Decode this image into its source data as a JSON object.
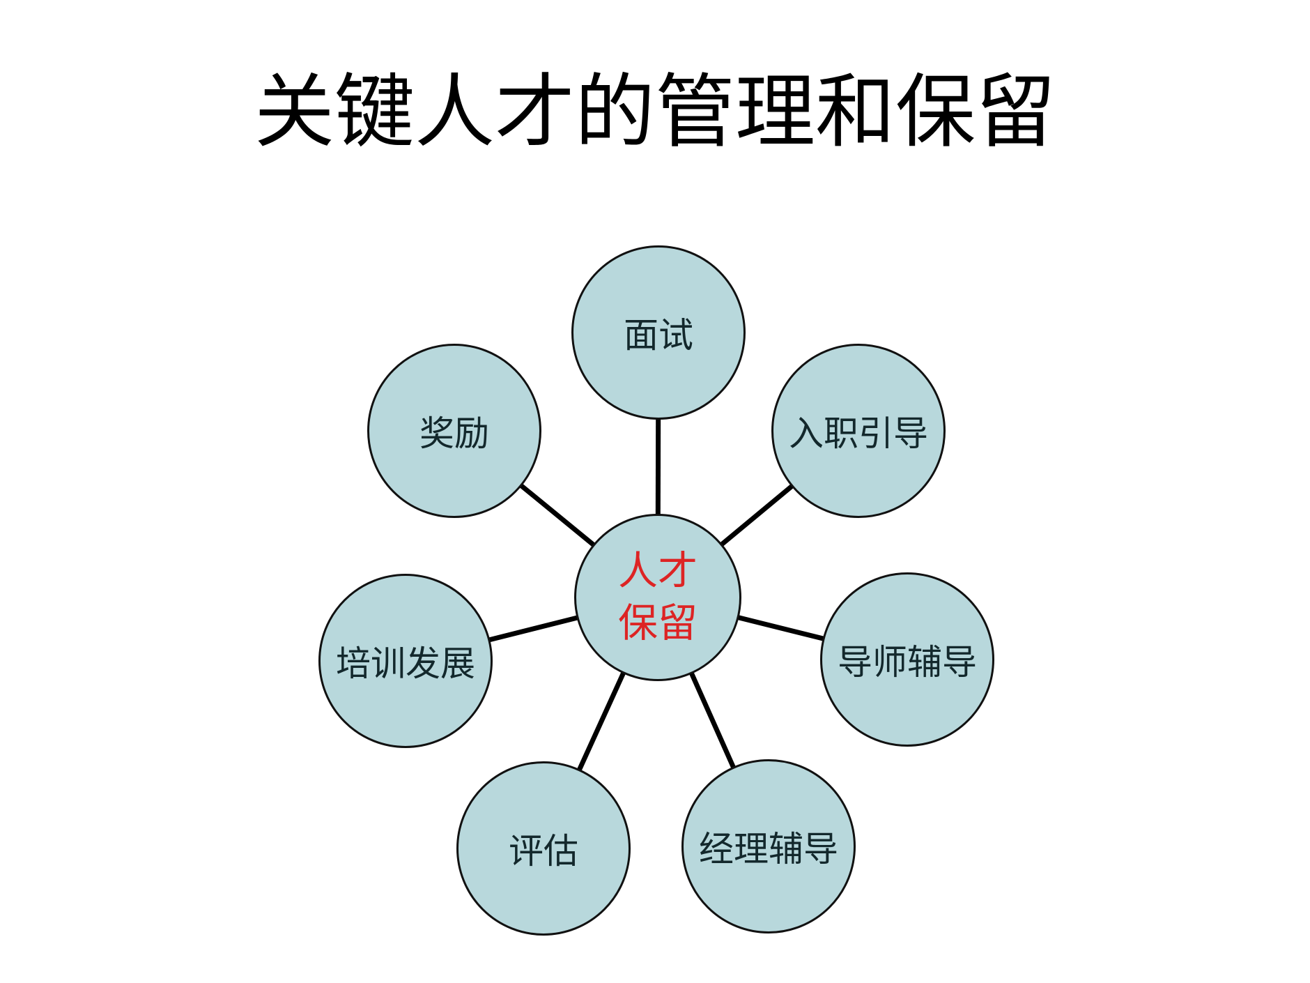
{
  "slide": {
    "title": "关键人才的管理和保留"
  },
  "diagram": {
    "type": "hub-and-spoke",
    "hub": {
      "label": "人才\n保留",
      "text_color": "#dd2424"
    },
    "nodes": [
      {
        "id": "interview",
        "label": "面试"
      },
      {
        "id": "onboarding",
        "label": "入职引导"
      },
      {
        "id": "mentor-coaching",
        "label": "导师辅导"
      },
      {
        "id": "manager-coaching",
        "label": "经理辅导"
      },
      {
        "id": "evaluation",
        "label": "评估"
      },
      {
        "id": "training-development",
        "label": "培训发展"
      },
      {
        "id": "rewards",
        "label": "奖励"
      }
    ],
    "colors": {
      "node_fill": "#b8d8dc",
      "node_border": "#111111",
      "connector": "#000000",
      "satellite_text": "#13282c",
      "hub_text": "#dd2424",
      "title_text": "#000000",
      "background": "#ffffff"
    }
  }
}
